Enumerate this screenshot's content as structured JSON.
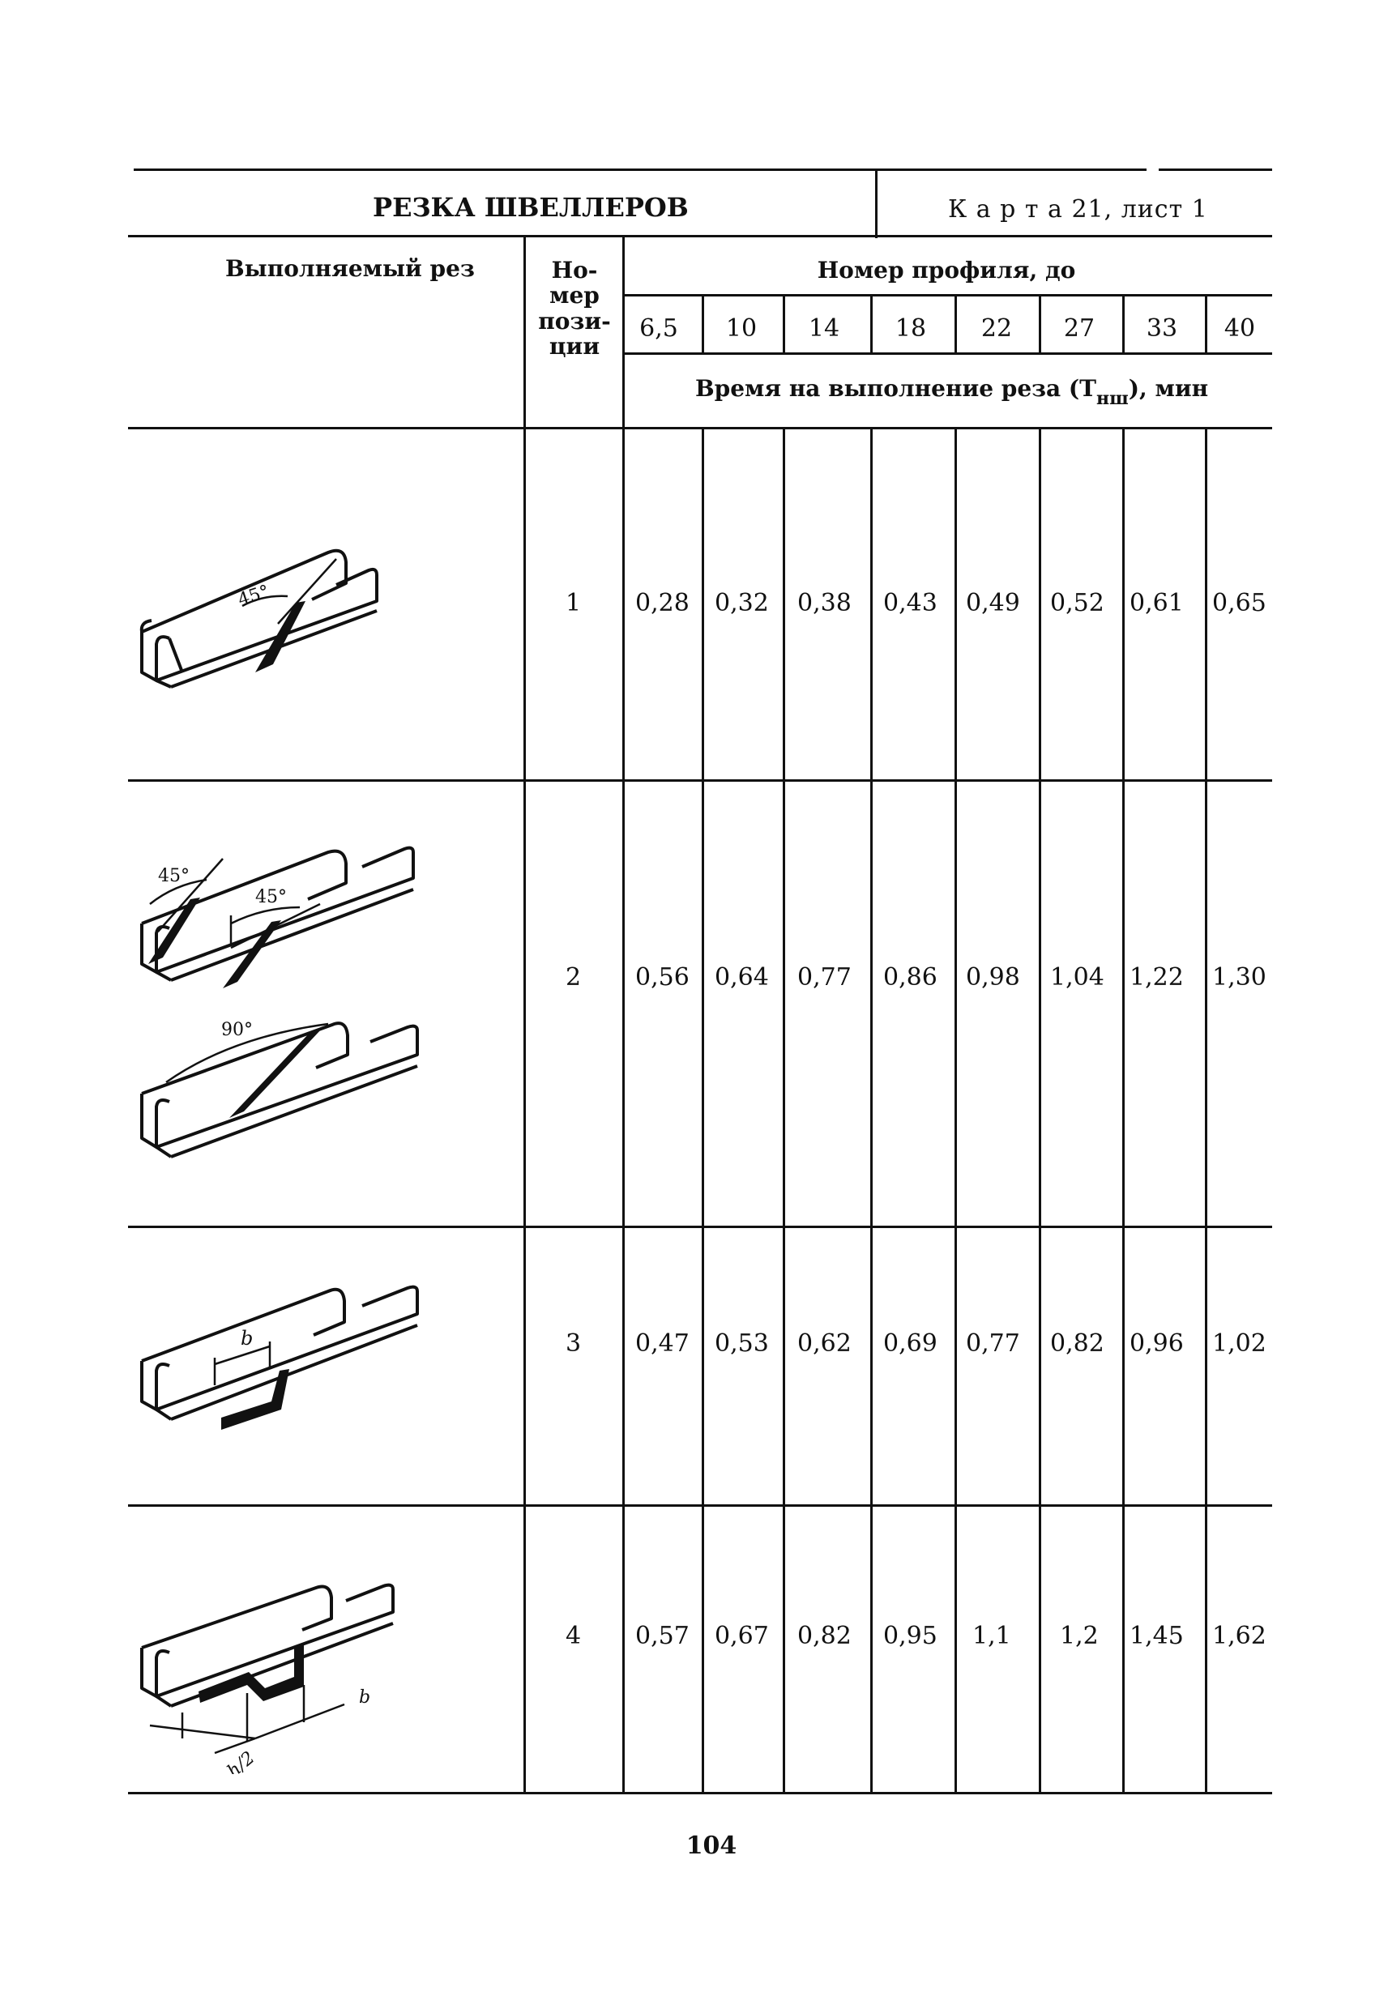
{
  "card": {
    "title": "РЕЗКА ШВЕЛЛЕРОВ",
    "card_ref": "К а р т а  21, лист 1"
  },
  "table": {
    "header": {
      "cut_col": "Выполняемый рез",
      "pos_col": [
        "Но-",
        "мер",
        "пози-",
        "ции"
      ],
      "profile_title": "Номер профиля, до",
      "profiles": [
        "6,5",
        "10",
        "14",
        "18",
        "22",
        "27",
        "33",
        "40"
      ],
      "time_title_main": "Время на выполнение реза  (Т",
      "time_title_sub": "нш",
      "time_title_end": "), мин"
    },
    "rows": [
      {
        "position": "1",
        "values": [
          "0,28",
          "0,32",
          "0,38",
          "0,43",
          "0,49",
          "0,52",
          "0,61",
          "0,65"
        ],
        "figure": "channel-cut-45-icon",
        "angle_labels": [
          "45°"
        ]
      },
      {
        "position": "2",
        "values": [
          "0,56",
          "0,64",
          "0,77",
          "0,86",
          "0,98",
          "1,04",
          "1,22",
          "1,30"
        ],
        "figure": "channel-cut-double-45-and-90-icon",
        "angle_labels": [
          "45°",
          "45°",
          "90°"
        ]
      },
      {
        "position": "3",
        "values": [
          "0,47",
          "0,53",
          "0,62",
          "0,69",
          "0,77",
          "0,82",
          "0,96",
          "1,02"
        ],
        "figure": "channel-cut-notch-b-icon",
        "angle_labels": [
          "b"
        ]
      },
      {
        "position": "4",
        "values": [
          "0,57",
          "0,67",
          "0,82",
          "0,95",
          "1,1",
          "1,2",
          "1,45",
          "1,62"
        ],
        "figure": "channel-cut-notch-h2-b-icon",
        "angle_labels": [
          "h/2",
          "b"
        ]
      }
    ]
  },
  "page_number": "104"
}
